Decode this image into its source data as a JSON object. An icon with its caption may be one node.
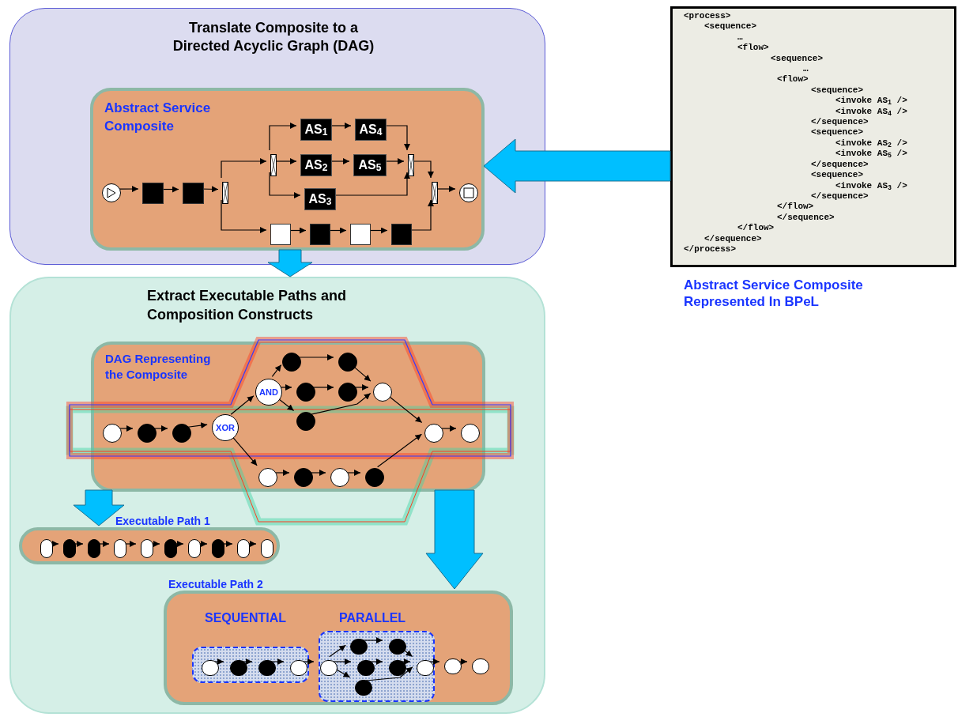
{
  "diagram": {
    "nodes": [
      {
        "text": [
          "Translate Composite to a Directed Acyclic Graph (DAG)"
        ]
      },
      {
        "text": [
          "Abstract Service Composite"
        ],
        "in": 0
      },
      {
        "text": [],
        "shape": "circle",
        "in": 1
      },
      {
        "text": [],
        "shape": "box",
        "in": 1
      },
      {
        "text": [],
        "shape": "box",
        "in": 1
      },
      {
        "text": [],
        "shape": "bar",
        "in": 1
      },
      {
        "text": [],
        "shape": "bar",
        "in": 1
      },
      {
        "text": [
          "AS$_{1}$"
        ],
        "in": 1
      },
      {
        "text": [
          "AS$_{4}$"
        ],
        "in": 1
      },
      {
        "text": [
          "AS$_{2}$"
        ],
        "in": 1
      },
      {
        "text": [
          "AS$_{5}$"
        ],
        "in": 1
      },
      {
        "text": [
          "AS$_{3}$"
        ],
        "in": 1
      },
      {
        "text": [],
        "shape": "bar",
        "in": 1
      },
      {
        "text": [],
        "shape": "bar",
        "in": 1
      },
      {
        "text": [],
        "shape": "circle",
        "in": 1
      },
      {
        "text": [],
        "shape": "box",
        "in": 1
      },
      {
        "text": [],
        "shape": "box",
        "in": 1
      },
      {
        "text": [],
        "shape": "box",
        "in": 1
      },
      {
        "text": [],
        "shape": "box",
        "in": 1
      },
      {
        "text": [
          "<process>",
          "<sequence>",
          "…",
          "<flow>",
          "<sequence>",
          "…",
          "<flow>",
          "<sequence>",
          "<invoke AS$_{1}$ />",
          "<invoke AS$_{4}$ />",
          "</sequence>",
          "<sequence>",
          "<invoke AS$_{2}$ />",
          "<invoke AS$_{5}$ />",
          "</sequence>",
          "<sequence>",
          "<invoke AS$_{3}$ />",
          "</sequence>",
          "</flow>",
          "</sequence>",
          "</flow>",
          "</sequence>",
          "</process>"
        ]
      },
      {
        "text": [
          "Extract Executable Paths and Composition Constructs"
        ]
      },
      {
        "text": [
          "DAG Representing the Composite"
        ],
        "in": 20
      },
      {
        "text": [],
        "shape": "circle",
        "in": 21
      },
      {
        "text": [],
        "shape": "circle",
        "in": 21
      },
      {
        "text": [],
        "shape": "circle",
        "in": 21
      },
      {
        "text": [
          "XOR"
        ],
        "in": 21
      },
      {
        "text": [
          "AND"
        ],
        "in": 21
      },
      {
        "text": [],
        "shape": "circle",
        "in": 21
      },
      {
        "text": [],
        "shape": "circle",
        "in": 21
      },
      {
        "text": [],
        "shape": "circle",
        "in": 21
      },
      {
        "text": [],
        "shape": "circle",
        "in": 21
      },
      {
        "text": [],
        "shape": "circle",
        "in": 21
      },
      {
        "text": [],
        "shape": "circle",
        "in": 21
      },
      {
        "text": [],
        "shape": "circle",
        "in": 21
      },
      {
        "text": [],
        "shape": "circle",
        "in": 21
      },
      {
        "text": [],
        "shape": "circle",
        "in": 21
      },
      {
        "text": [],
        "shape": "circle",
        "in": 21
      },
      {
        "text": [],
        "shape": "circle",
        "in": 21
      },
      {
        "text": [],
        "shape": "circle",
        "in": 21
      },
      {
        "text": [
          "Executable Path 1"
        ],
        "in": 20
      },
      {
        "text": [],
        "shape": "circle",
        "in": 39
      },
      {
        "text": [],
        "shape": "circle",
        "in": 39
      },
      {
        "text": [],
        "shape": "circle",
        "in": 39
      },
      {
        "text": [],
        "shape": "circle",
        "in": 39
      },
      {
        "text": [],
        "shape": "circle",
        "in": 39
      },
      {
        "text": [],
        "shape": "circle",
        "in": 39
      },
      {
        "text": [],
        "shape": "circle",
        "in": 39
      },
      {
        "text": [],
        "shape": "circle",
        "in": 39
      },
      {
        "text": [],
        "shape": "circle",
        "in": 39
      },
      {
        "text": [],
        "shape": "circle",
        "in": 39
      },
      {
        "text": [
          "Executable Path 2"
        ],
        "in": 20
      },
      {
        "text": [
          "SEQUENTIAL"
        ],
        "in": 50
      },
      {
        "text": [],
        "shape": "circle",
        "in": 51
      },
      {
        "text": [],
        "shape": "circle",
        "in": 51
      },
      {
        "text": [],
        "shape": "circle",
        "in": 51
      },
      {
        "text": [],
        "shape": "circle",
        "in": 51
      },
      {
        "text": [
          "PARALLEL"
        ],
        "in": 50
      },
      {
        "text": [],
        "shape": "circle",
        "in": 56
      },
      {
        "text": [],
        "shape": "circle",
        "in": 56
      },
      {
        "text": [],
        "shape": "circle",
        "in": 56
      },
      {
        "text": [],
        "shape": "circle",
        "in": 56
      },
      {
        "text": [],
        "shape": "circle",
        "in": 56
      },
      {
        "text": [],
        "shape": "circle",
        "in": 56
      },
      {
        "text": [],
        "shape": "circle",
        "in": 56
      },
      {
        "text": [],
        "shape": "circle",
        "in": 50
      },
      {
        "text": [],
        "shape": "circle",
        "in": 50
      }
    ],
    "edges": [
      {
        "from": 2,
        "to": 3,
        "arrow": "to"
      },
      {
        "from": 3,
        "to": 4,
        "arrow": "to"
      },
      {
        "from": 4,
        "to": 5,
        "arrow": "to"
      },
      {
        "from": 5,
        "to": 6,
        "arrow": "to"
      },
      {
        "from": 5,
        "to": 15,
        "arrow": "to"
      },
      {
        "from": 6,
        "to": 7,
        "arrow": "to"
      },
      {
        "from": 6,
        "to": 9,
        "arrow": "to"
      },
      {
        "from": 6,
        "to": 11,
        "arrow": "to"
      },
      {
        "from": 7,
        "to": 8,
        "arrow": "to"
      },
      {
        "from": 9,
        "to": 10,
        "arrow": "to"
      },
      {
        "from": 8,
        "to": 12,
        "arrow": "to"
      },
      {
        "from": 10,
        "to": 12,
        "arrow": "to"
      },
      {
        "from": 11,
        "to": 12,
        "arrow": "to"
      },
      {
        "from": 12,
        "to": 13,
        "arrow": "to"
      },
      {
        "from": 15,
        "to": 16,
        "arrow": "to"
      },
      {
        "from": 16,
        "to": 17,
        "arrow": "to"
      },
      {
        "from": 17,
        "to": 18,
        "arrow": "to"
      },
      {
        "from": 18,
        "to": 13,
        "arrow": "to"
      },
      {
        "from": 13,
        "to": 14,
        "arrow": "to"
      },
      {
        "from": 19,
        "to": 1,
        "arrow": "to",
        "style": "thick",
        "color": "#00bfff"
      },
      {
        "from": 1,
        "to": 20,
        "arrow": "to",
        "style": "thick",
        "color": "#00bfff"
      },
      {
        "from": 22,
        "to": 23,
        "arrow": "to"
      },
      {
        "from": 23,
        "to": 24,
        "arrow": "to"
      },
      {
        "from": 24,
        "to": 25,
        "arrow": "to"
      },
      {
        "from": 25,
        "to": 26,
        "arrow": "to"
      },
      {
        "from": 25,
        "to": 35,
        "arrow": "to"
      },
      {
        "from": 26,
        "to": 27,
        "arrow": "to"
      },
      {
        "from": 26,
        "to": 29,
        "arrow": "to"
      },
      {
        "from": 26,
        "to": 32,
        "arrow": "to"
      },
      {
        "from": 27,
        "to": 28,
        "arrow": "to"
      },
      {
        "from": 28,
        "to": 31,
        "arrow": "to"
      },
      {
        "from": 29,
        "to": 30,
        "arrow": "to"
      },
      {
        "from": 30,
        "to": 31,
        "arrow": "to"
      },
      {
        "from": 32,
        "to": 31,
        "arrow": "to"
      },
      {
        "from": 31,
        "to": 33,
        "arrow": "to"
      },
      {
        "from": 33,
        "to": 34,
        "arrow": "to"
      },
      {
        "from": 35,
        "to": 36,
        "arrow": "to"
      },
      {
        "from": 36,
        "to": 37,
        "arrow": "to"
      },
      {
        "from": 37,
        "to": 38,
        "arrow": "to"
      },
      {
        "from": 38,
        "to": 33,
        "arrow": "to"
      },
      {
        "from": 21,
        "to": 39,
        "arrow": "to",
        "style": "thick",
        "color": "#00bfff"
      },
      {
        "from": 21,
        "to": 50,
        "arrow": "to",
        "style": "thick",
        "color": "#00bfff"
      },
      {
        "from": 40,
        "to": 41,
        "arrow": "to"
      },
      {
        "from": 41,
        "to": 42,
        "arrow": "to"
      },
      {
        "from": 42,
        "to": 43,
        "arrow": "to"
      },
      {
        "from": 43,
        "to": 44,
        "arrow": "to"
      },
      {
        "from": 44,
        "to": 45,
        "arrow": "to"
      },
      {
        "from": 45,
        "to": 46,
        "arrow": "to"
      },
      {
        "from": 46,
        "to": 47,
        "arrow": "to"
      },
      {
        "from": 47,
        "to": 48,
        "arrow": "to"
      },
      {
        "from": 48,
        "to": 49,
        "arrow": "to"
      },
      {
        "from": 52,
        "to": 53,
        "arrow": "to"
      },
      {
        "from": 53,
        "to": 54,
        "arrow": "to"
      },
      {
        "from": 54,
        "to": 55,
        "arrow": "to"
      },
      {
        "from": 55,
        "to": 57,
        "arrow": "to"
      },
      {
        "from": 57,
        "to": 58,
        "arrow": "to"
      },
      {
        "from": 57,
        "to": 60,
        "arrow": "to"
      },
      {
        "from": 57,
        "to": 63,
        "arrow": "to"
      },
      {
        "from": 58,
        "to": 59,
        "arrow": "to"
      },
      {
        "from": 60,
        "to": 61,
        "arrow": "to"
      },
      {
        "from": 59,
        "to": 62,
        "arrow": "to"
      },
      {
        "from": 61,
        "to": 62,
        "arrow": "to"
      },
      {
        "from": 63,
        "to": 62,
        "arrow": "to"
      },
      {
        "from": 62,
        "to": 64,
        "arrow": "to"
      },
      {
        "from": 64,
        "to": 65,
        "arrow": "to"
      }
    ],
    "labels": [
      "Abstract Service Composite Represented In BPeL"
    ]
  }
}
